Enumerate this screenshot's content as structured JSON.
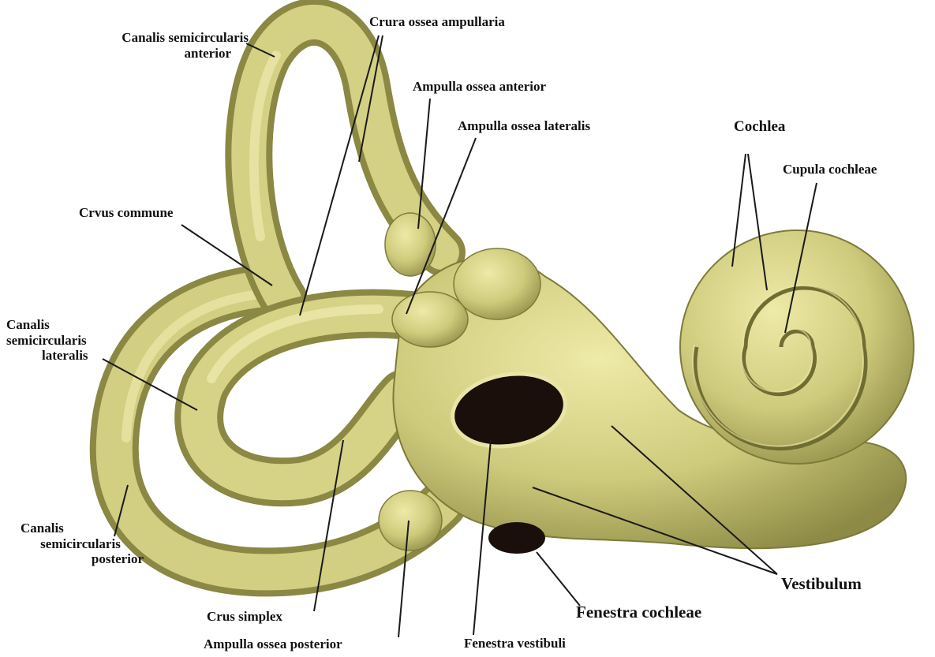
{
  "labels": {
    "canalis_semicircularis_anterior": {
      "line1": "Canalis semicircularis",
      "line2": "anterior"
    },
    "crura_ossea_ampullaria": "Crura ossea ampullaria",
    "ampulla_ossea_anterior": "Ampulla ossea anterior",
    "ampulla_ossea_lateralis": "Ampulla ossea lateralis",
    "cochlea": "Cochlea",
    "cupula_cochleae": "Cupula cochleae",
    "crus_commune": "Crvus commune",
    "canalis_semicircularis_lateralis": {
      "line1": "Canalis",
      "line2": "semicircularis",
      "line3": "lateralis"
    },
    "canalis_semicircularis_posterior": {
      "line1": "Canalis",
      "line2": "semicircularis",
      "line3": "posterior"
    },
    "crus_simplex": "Crus simplex",
    "ampulla_ossea_posterior": "Ampulla  ossea  posterior",
    "fenestra_vestibuli": "Fenestra vestibuli",
    "fenestra_cochleae": "Fenestra  cochleae",
    "vestibulum": "Vestibulum"
  },
  "colors": {
    "bone_light": "#e6e29a",
    "bone_mid": "#c9c673",
    "bone_dark": "#7f7d3c",
    "window_dark": "#1a0f0a",
    "background": "#ffffff"
  }
}
